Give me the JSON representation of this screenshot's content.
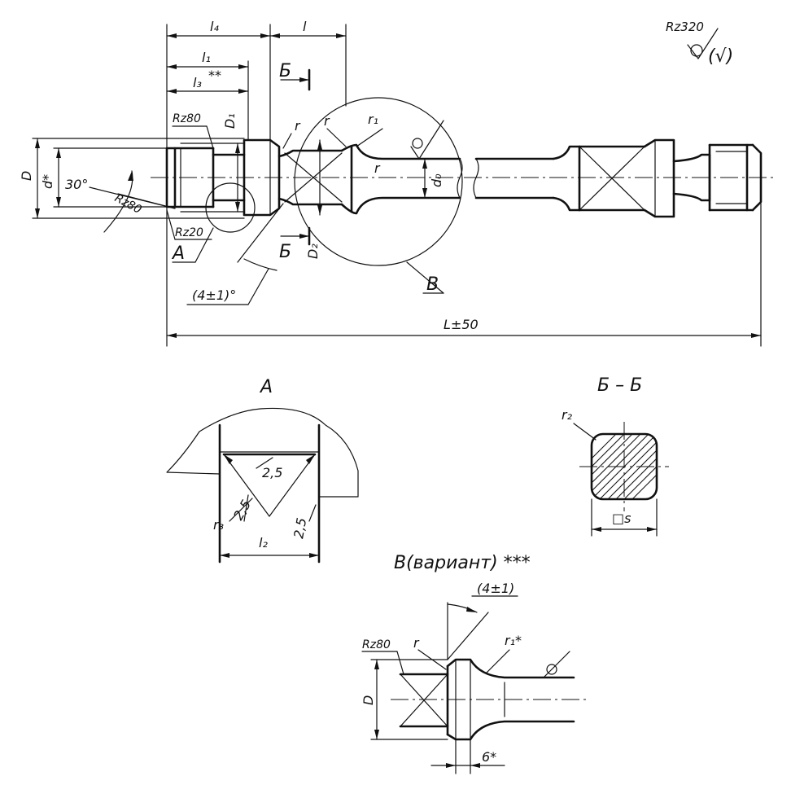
{
  "main_view": {
    "label_l4": "l₄",
    "label_l": "l",
    "label_l1": "l₁",
    "label_l3": "l₃",
    "label_l3_marks": "**",
    "label_D": "D",
    "label_d": "d*",
    "label_D1": "D₁",
    "label_D2": "D₂",
    "label_d0": "d₀",
    "label_r_a": "r",
    "label_r_b": "r",
    "label_r_c": "r",
    "label_r1": "r₁",
    "label_angle30": "30°",
    "label_rz80_top": "Rz80",
    "label_rz80_chamfer": "Rz80",
    "label_rz20": "Rz20",
    "label_angle_tol": "(4±1)°",
    "label_section_top": "Б",
    "label_section_bottom": "Б",
    "callout_A": "А",
    "callout_B": "В",
    "label_L": "L±50",
    "roughness_general": "Rz320",
    "roughness_general_paren": "(√)"
  },
  "detail_A": {
    "title": "А",
    "dim_25_top": "2,5",
    "dim_25_left": "2,5",
    "dim_25_right": "2,5",
    "label_r3": "r₃",
    "label_l2": "l₂"
  },
  "section_BB": {
    "title": "Б – Б",
    "label_r2": "r₂",
    "label_s": "□s"
  },
  "variant_B": {
    "title": "В(вариант) ***",
    "angle_tol": "(4±1)",
    "label_rz80": "Rz80",
    "label_r": "r",
    "label_r1": "r₁*",
    "label_D": "D",
    "dim_6": "6*"
  }
}
